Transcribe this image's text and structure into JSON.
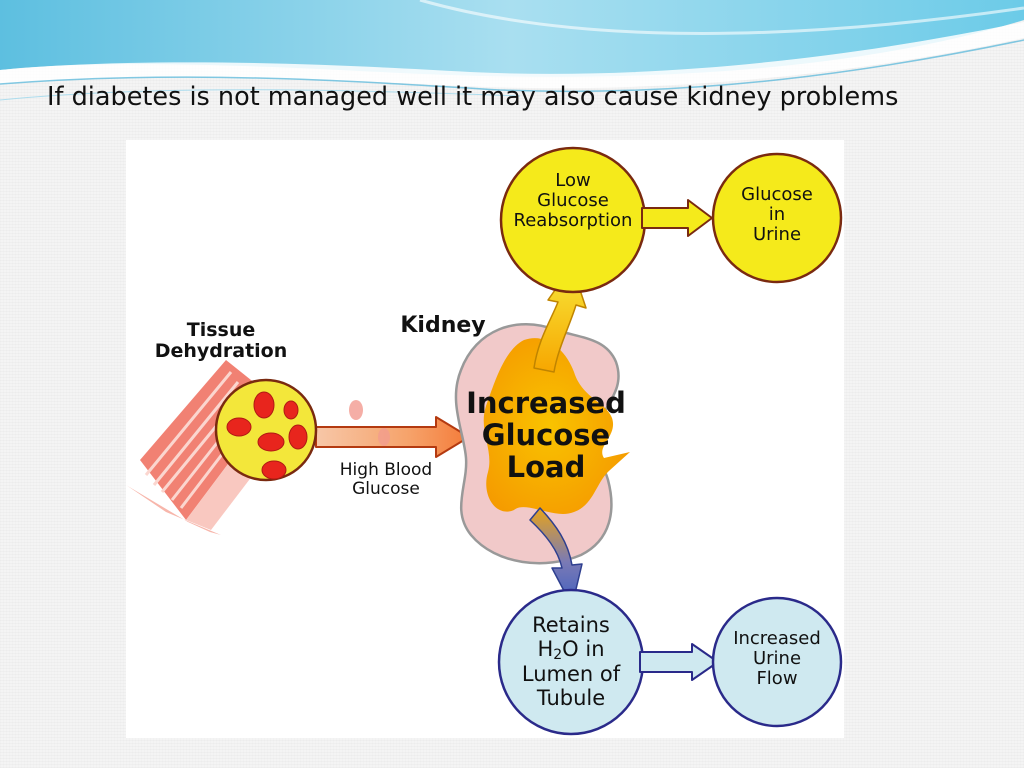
{
  "slide": {
    "title": "If diabetes is not managed well it may also cause kidney problems"
  },
  "diagram": {
    "tissue_label": "Tissue\nDehydration",
    "kidney_label": "Kidney",
    "center_label": "Increased\nGlucose\nLoad",
    "high_glucose_label": "High Blood\nGlucose",
    "low_reabsorption_label": "Low\nGlucose\nReabsorption",
    "glucose_urine_label": "Glucose\nin\nUrine",
    "retains_water_prefix": "Retains\nH",
    "retains_water_sub": "2",
    "retains_water_suffix": "O in\nLumen of\nTubule",
    "increased_flow_label": "Increased\nUrine\nFlow"
  },
  "colors": {
    "yellow_node": "#f5ea1b",
    "blue_node": "#cfe9f0",
    "node_outline_yellow": "#7a2a10",
    "node_outline_blue": "#2a2a8a",
    "kidney_fill": "#f1c9c9",
    "glucose_orange": "#f7a600",
    "header_blue": "#7ccde6"
  }
}
